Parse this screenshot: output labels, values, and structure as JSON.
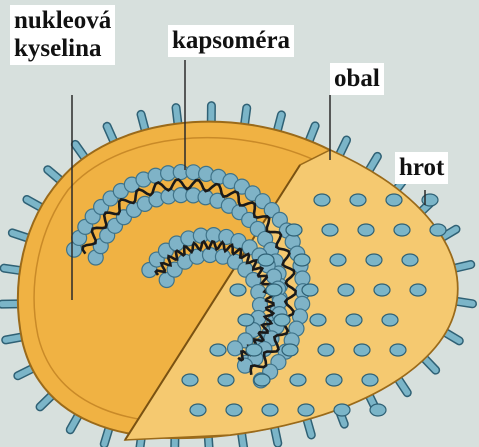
{
  "diagram": {
    "labels": {
      "nucleic_acid": [
        "nukleová",
        "kyselina"
      ],
      "capsomere": "kapsoméra",
      "envelope": "obal",
      "spike": "hrot"
    },
    "colors": {
      "background": "#d7e0dd",
      "envelope_fill": "#f0b243",
      "envelope_light": "#f5c970",
      "capsid_fill": "#7fb3c7",
      "capsid_dark": "#3f7389",
      "nucleic_acid": "#1a1a1a",
      "spike": "#7bb5c8",
      "spike_outline": "#2f6175",
      "leader_line": "#2a2a2a"
    }
  }
}
